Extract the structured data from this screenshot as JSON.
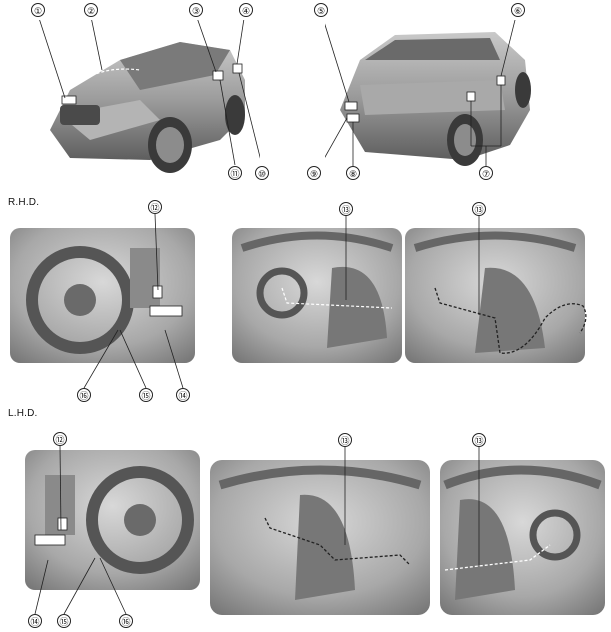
{
  "sections": {
    "rhd": "R.H.D.",
    "lhd": "L.H.D."
  },
  "callouts": {
    "c1": "①",
    "c2": "②",
    "c3": "③",
    "c4": "④",
    "c5": "⑤",
    "c6": "⑥",
    "c7": "⑦",
    "c8": "⑧",
    "c9": "⑨",
    "c10": "⑩",
    "c11": "⑪",
    "rhd_12": "⑫",
    "rhd_13a": "⑬",
    "rhd_13b": "⑬",
    "rhd_14": "⑭",
    "rhd_15": "⑮",
    "rhd_16": "⑯",
    "lhd_12": "⑫",
    "lhd_13a": "⑬",
    "lhd_13b": "⑬",
    "lhd_14": "⑭",
    "lhd_15": "⑮",
    "lhd_16": "⑯"
  },
  "colors": {
    "body_dark": "#6e6e6e",
    "body_mid": "#9a9a9a",
    "body_light": "#cfcfcf",
    "line": "#222222"
  }
}
